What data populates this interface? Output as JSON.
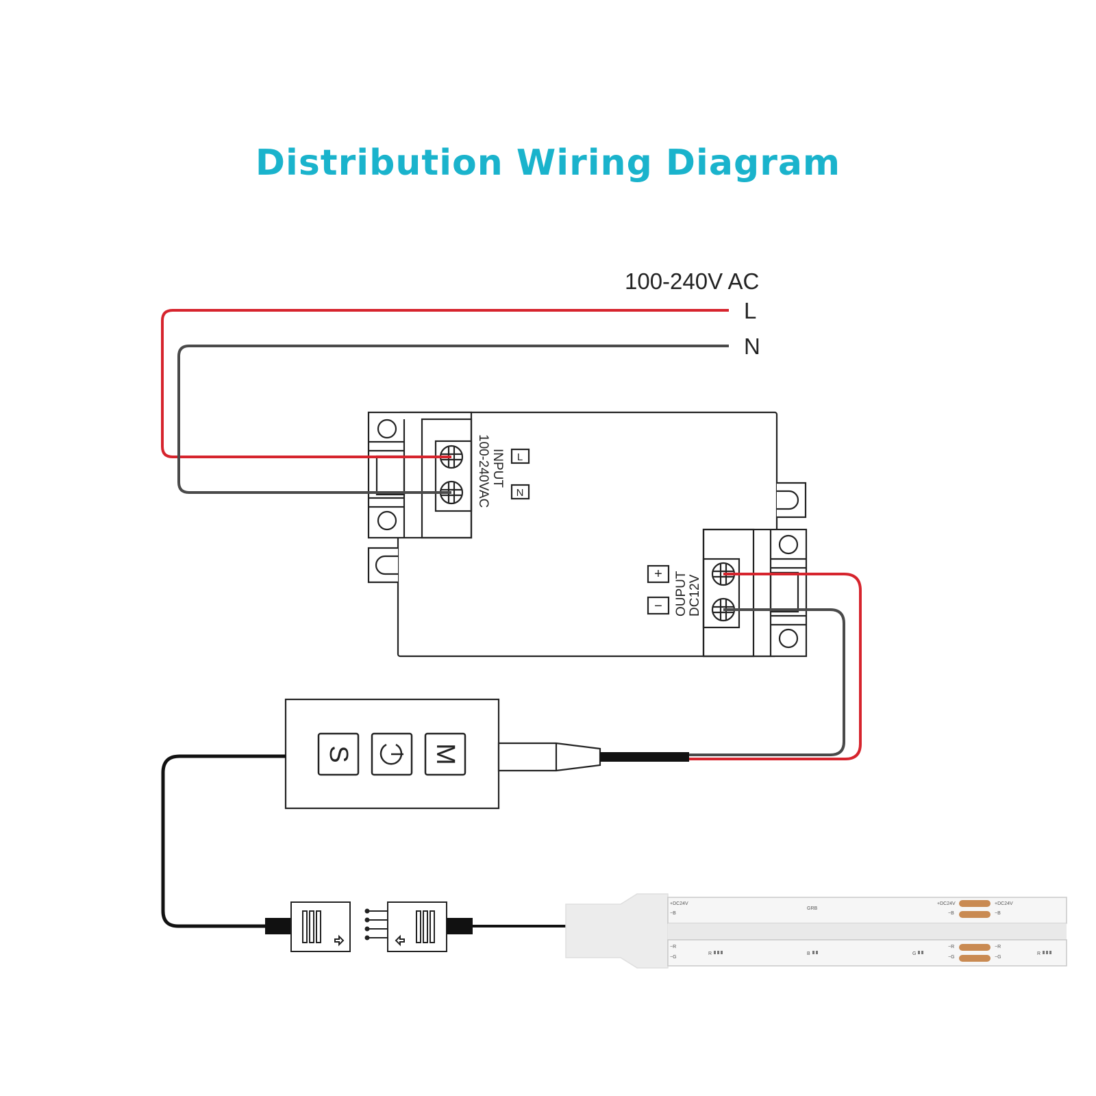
{
  "title": "Distribution Wiring Diagram",
  "colors": {
    "title": "#1ab3cc",
    "live_wire": "#d6242d",
    "neutral_wire": "#4a4a4a",
    "outline": "#222222",
    "copper_pad": "#c98a52"
  },
  "ac_source": {
    "voltage_label": "100-240V AC",
    "live_label": "L",
    "neutral_label": "N"
  },
  "power_supply": {
    "input_label": "INPUT",
    "input_voltage": "100-240VAC",
    "input_live_mark": "L",
    "input_neutral_mark": "N",
    "output_label": "OUPUT",
    "output_voltage": "DC12V",
    "output_plus_mark": "+",
    "output_minus_mark": "−"
  },
  "controller": {
    "buttons": [
      "S",
      "power",
      "M"
    ]
  },
  "strip": {
    "top_labels": {
      "left_plus": "+DC24V",
      "left_minus": "−B",
      "center": "GRB",
      "right_plus_a": "+DC24V",
      "right_plus_b": "+DC24V",
      "right_minus_a": "−B",
      "right_minus_b": "−B"
    },
    "bottom_labels": {
      "left_r": "−R",
      "left_g": "−G",
      "r1": "R",
      "b1": "B",
      "g1": "G",
      "right_r_a": "−R",
      "right_g_a": "−G",
      "right_r_b": "−R",
      "right_g_b": "−G",
      "r2": "R"
    }
  }
}
